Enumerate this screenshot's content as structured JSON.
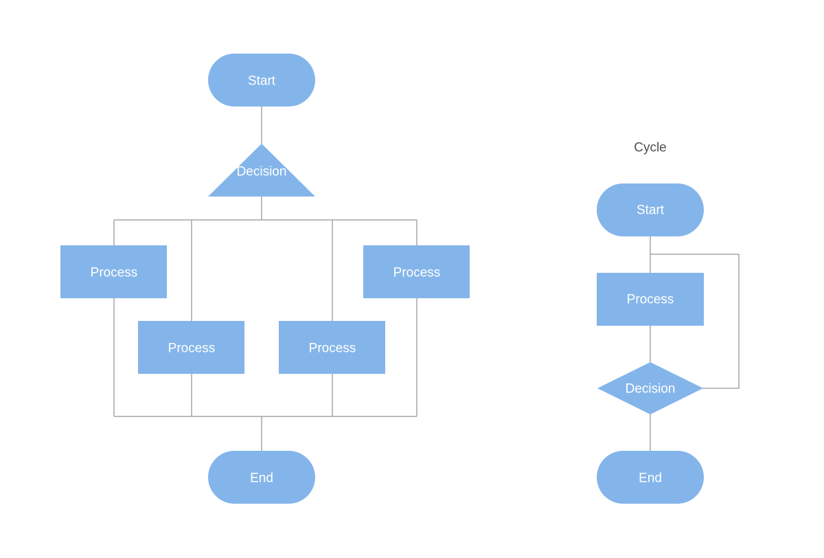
{
  "colors": {
    "shape_fill": "#84b5ea",
    "connector": "#a6a6a6",
    "node_text": "#ffffff",
    "caption_text": "#505050",
    "background": "#ffffff"
  },
  "left_diagram": {
    "start": "Start",
    "decision": "Decision",
    "process_1": "Process",
    "process_2": "Process",
    "process_3": "Process",
    "process_4": "Process",
    "end": "End"
  },
  "cycle_diagram": {
    "caption": "Cycle",
    "start": "Start",
    "process": "Process",
    "decision": "Decision",
    "end": "End"
  }
}
